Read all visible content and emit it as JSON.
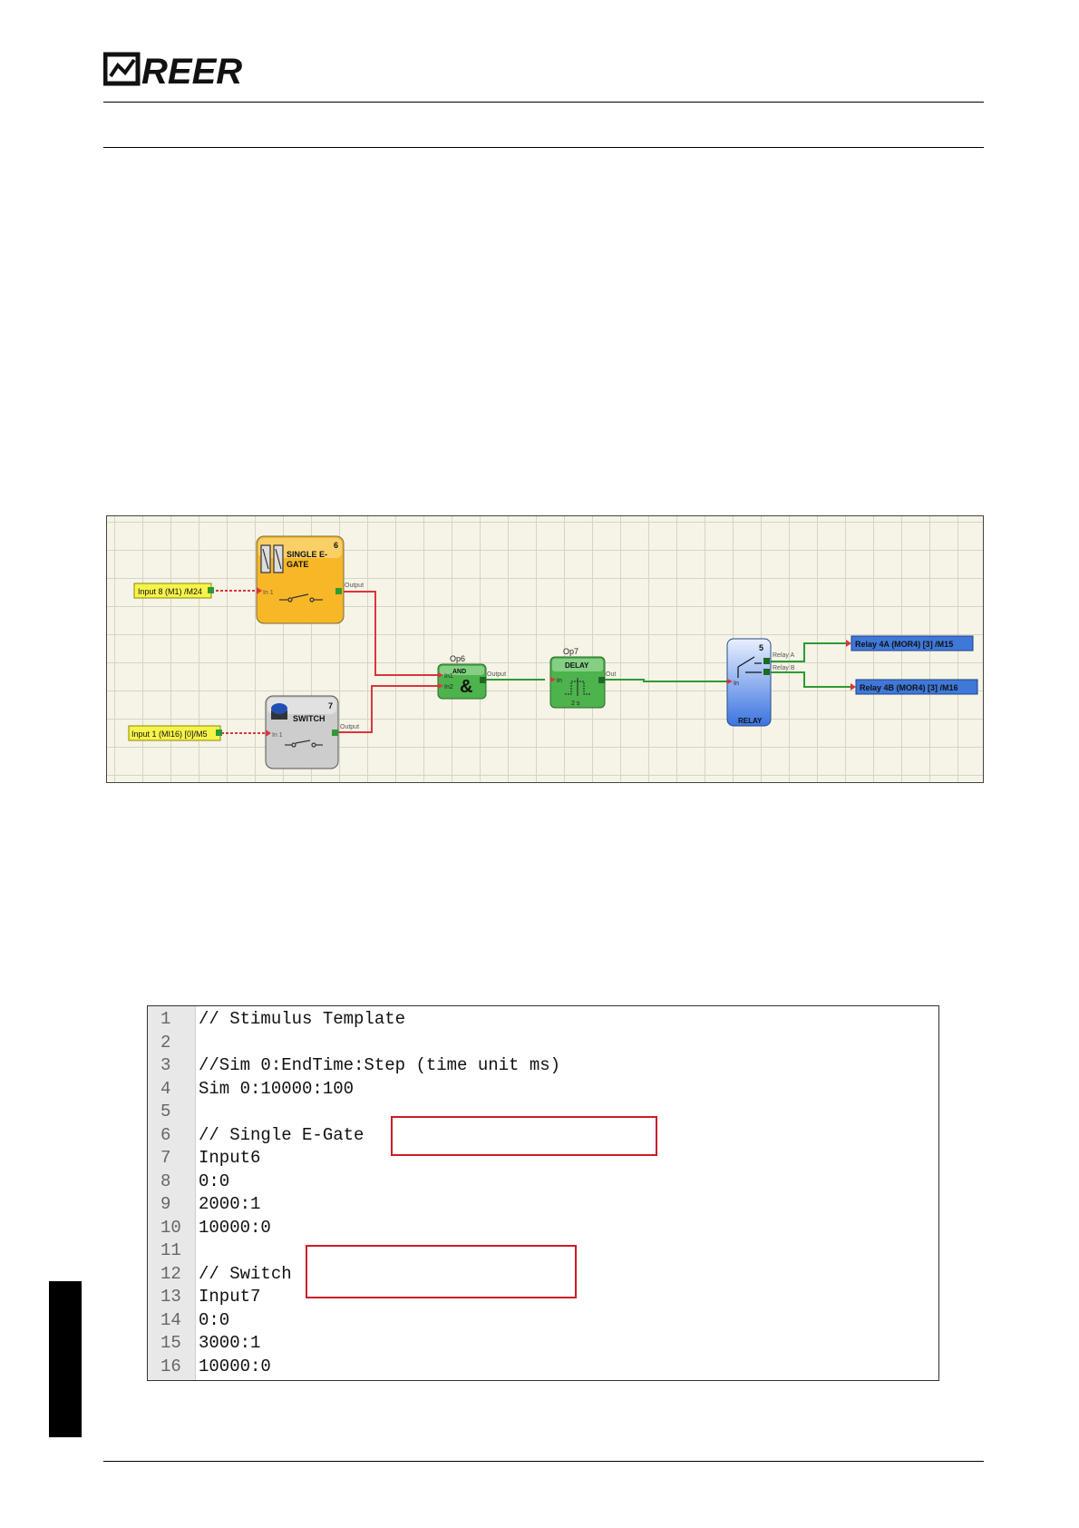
{
  "header": {
    "brand": "REER"
  },
  "diagram": {
    "inputs": [
      {
        "label": "Input 8 (M1) /M24"
      },
      {
        "label": "Input 1 (MI16) [0]/M5"
      }
    ],
    "blocks": {
      "egate": {
        "title": "SINGLE E-\nGATE",
        "number": "6",
        "in_label": "In 1",
        "out_label": "Output"
      },
      "switch": {
        "title": "SWITCH",
        "number": "7",
        "in_label": "In 1",
        "out_label": "Output"
      },
      "and": {
        "op": "Op6",
        "name": "AND",
        "symbol": "&",
        "in1": "In1",
        "in2": "In2",
        "out_label": "Output"
      },
      "delay": {
        "op": "Op7",
        "name": "DELAY",
        "in_label": "In",
        "out_label": "Out",
        "time": "2 s"
      },
      "relay": {
        "number": "5",
        "name": "RELAY",
        "in_label": "In",
        "out_a": "Relay A",
        "out_b": "Relay B"
      }
    },
    "outputs": [
      {
        "label": "Relay 4A (MOR4) [3] /M15"
      },
      {
        "label": "Relay 4B (MOR4) [3] /M16"
      }
    ]
  },
  "code": {
    "lines": [
      {
        "n": "1",
        "text": "// Stimulus Template"
      },
      {
        "n": "2",
        "text": ""
      },
      {
        "n": "3",
        "text": "//Sim 0:EndTime:Step (time unit ms)"
      },
      {
        "n": "4",
        "text": "Sim 0:10000:100"
      },
      {
        "n": "5",
        "text": ""
      },
      {
        "n": "6",
        "text": "// Single E-Gate"
      },
      {
        "n": "7",
        "text": "Input6"
      },
      {
        "n": "8",
        "text": "0:0"
      },
      {
        "n": "9",
        "text": "2000:1"
      },
      {
        "n": "10",
        "text": "10000:0"
      },
      {
        "n": "11",
        "text": ""
      },
      {
        "n": "12",
        "text": "// Switch"
      },
      {
        "n": "13",
        "text": "Input7"
      },
      {
        "n": "14",
        "text": "0:0"
      },
      {
        "n": "15",
        "text": "3000:1"
      },
      {
        "n": "16",
        "text": "10000:0"
      }
    ]
  },
  "colors": {
    "wire_on": "#2e9a35",
    "wire_off": "#d9363e",
    "input_tag": "#f6f34a",
    "output_tag": "#3f78d9",
    "highlight_box": "#cc1b2a"
  }
}
